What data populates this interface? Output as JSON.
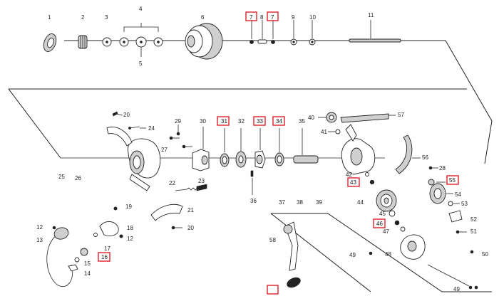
{
  "diagram": {
    "highlight_color": "#e0202a",
    "line_color": "#222222",
    "part_numbers": [
      "1",
      "2",
      "3",
      "4",
      "5",
      "6",
      "7",
      "8",
      "7",
      "9",
      "10",
      "11",
      "20",
      "24",
      "27",
      "29",
      "30",
      "31",
      "32",
      "33",
      "34",
      "35",
      "40",
      "41",
      "57",
      "25",
      "26",
      "56",
      "28",
      "42",
      "43",
      "55",
      "54",
      "53",
      "22",
      "23",
      "21",
      "20",
      "36",
      "37",
      "38",
      "39",
      "44",
      "45",
      "52",
      "51",
      "19",
      "12",
      "13",
      "18",
      "12",
      "17",
      "16",
      "15",
      "14",
      "58",
      "46",
      "47",
      "48",
      "49",
      "50",
      "49",
      ""
    ],
    "highlighted_parts": [
      "7",
      "7",
      "31",
      "33",
      "34",
      "43",
      "55",
      "16",
      "46",
      ""
    ]
  }
}
